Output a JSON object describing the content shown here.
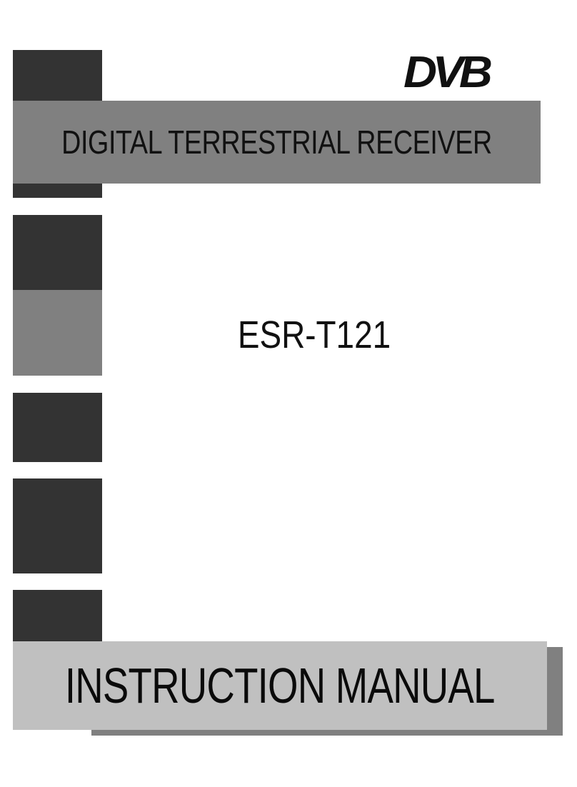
{
  "logo": {
    "text": "DVB"
  },
  "cover": {
    "title": "DIGITAL TERRESTRIAL RECEIVER",
    "model": "ESR-T121",
    "footer": "INSTRUCTION MANUAL"
  },
  "colors": {
    "dark_block": "#333333",
    "mid_gray": "#808080",
    "light_gray": "#c0c0c0",
    "text": "#111111",
    "background": "#ffffff"
  }
}
